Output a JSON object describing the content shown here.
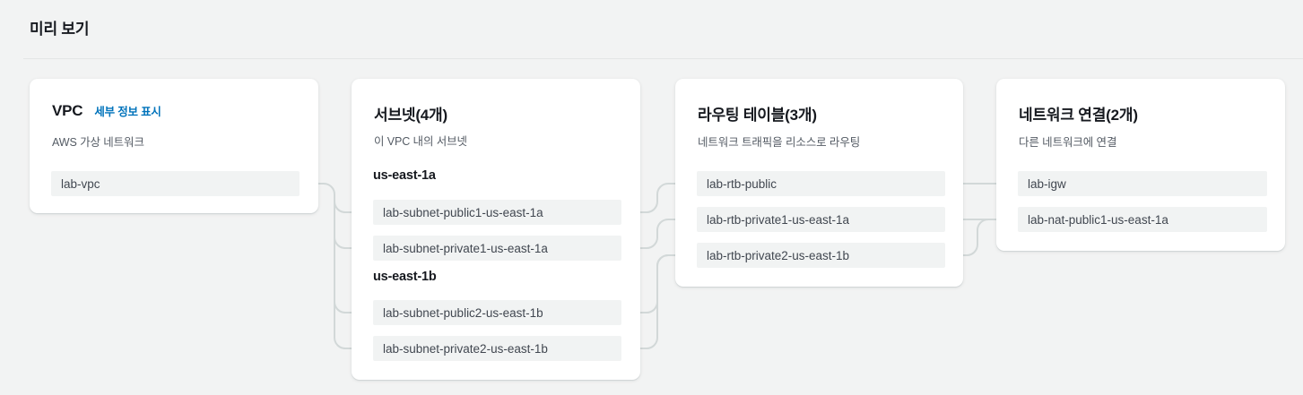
{
  "header": {
    "title": "미리 보기"
  },
  "colors": {
    "page_background": "#f2f3f3",
    "card_background": "#ffffff",
    "row_background": "#f1f3f3",
    "link_blue": "#0073bb",
    "connector_line": "#d2d8d8",
    "heading_text": "#16191f",
    "body_text": "#545b64"
  },
  "panels": {
    "vpc": {
      "title": "VPC",
      "link_label": "세부 정보 표시",
      "description": "AWS 가상 네트워크",
      "rows": [
        {
          "label": "lab-vpc"
        }
      ]
    },
    "subnets": {
      "title": "서브넷(4개)",
      "description": "이 VPC 내의 서브넷",
      "groups": [
        {
          "az": "us-east-1a",
          "rows": [
            {
              "label": "lab-subnet-public1-us-east-1a"
            },
            {
              "label": "lab-subnet-private1-us-east-1a"
            }
          ]
        },
        {
          "az": "us-east-1b",
          "rows": [
            {
              "label": "lab-subnet-public2-us-east-1b"
            },
            {
              "label": "lab-subnet-private2-us-east-1b"
            }
          ]
        }
      ]
    },
    "route_tables": {
      "title": "라우팅 테이블(3개)",
      "description": "네트워크 트래픽을 리소스로 라우팅",
      "rows": [
        {
          "label": "lab-rtb-public"
        },
        {
          "label": "lab-rtb-private1-us-east-1a"
        },
        {
          "label": "lab-rtb-private2-us-east-1b"
        }
      ]
    },
    "network_connections": {
      "title": "네트워크 연결(2개)",
      "description": "다른 네트워크에 연결",
      "rows": [
        {
          "label": "lab-igw"
        },
        {
          "label": "lab-nat-public1-us-east-1a"
        }
      ]
    }
  }
}
